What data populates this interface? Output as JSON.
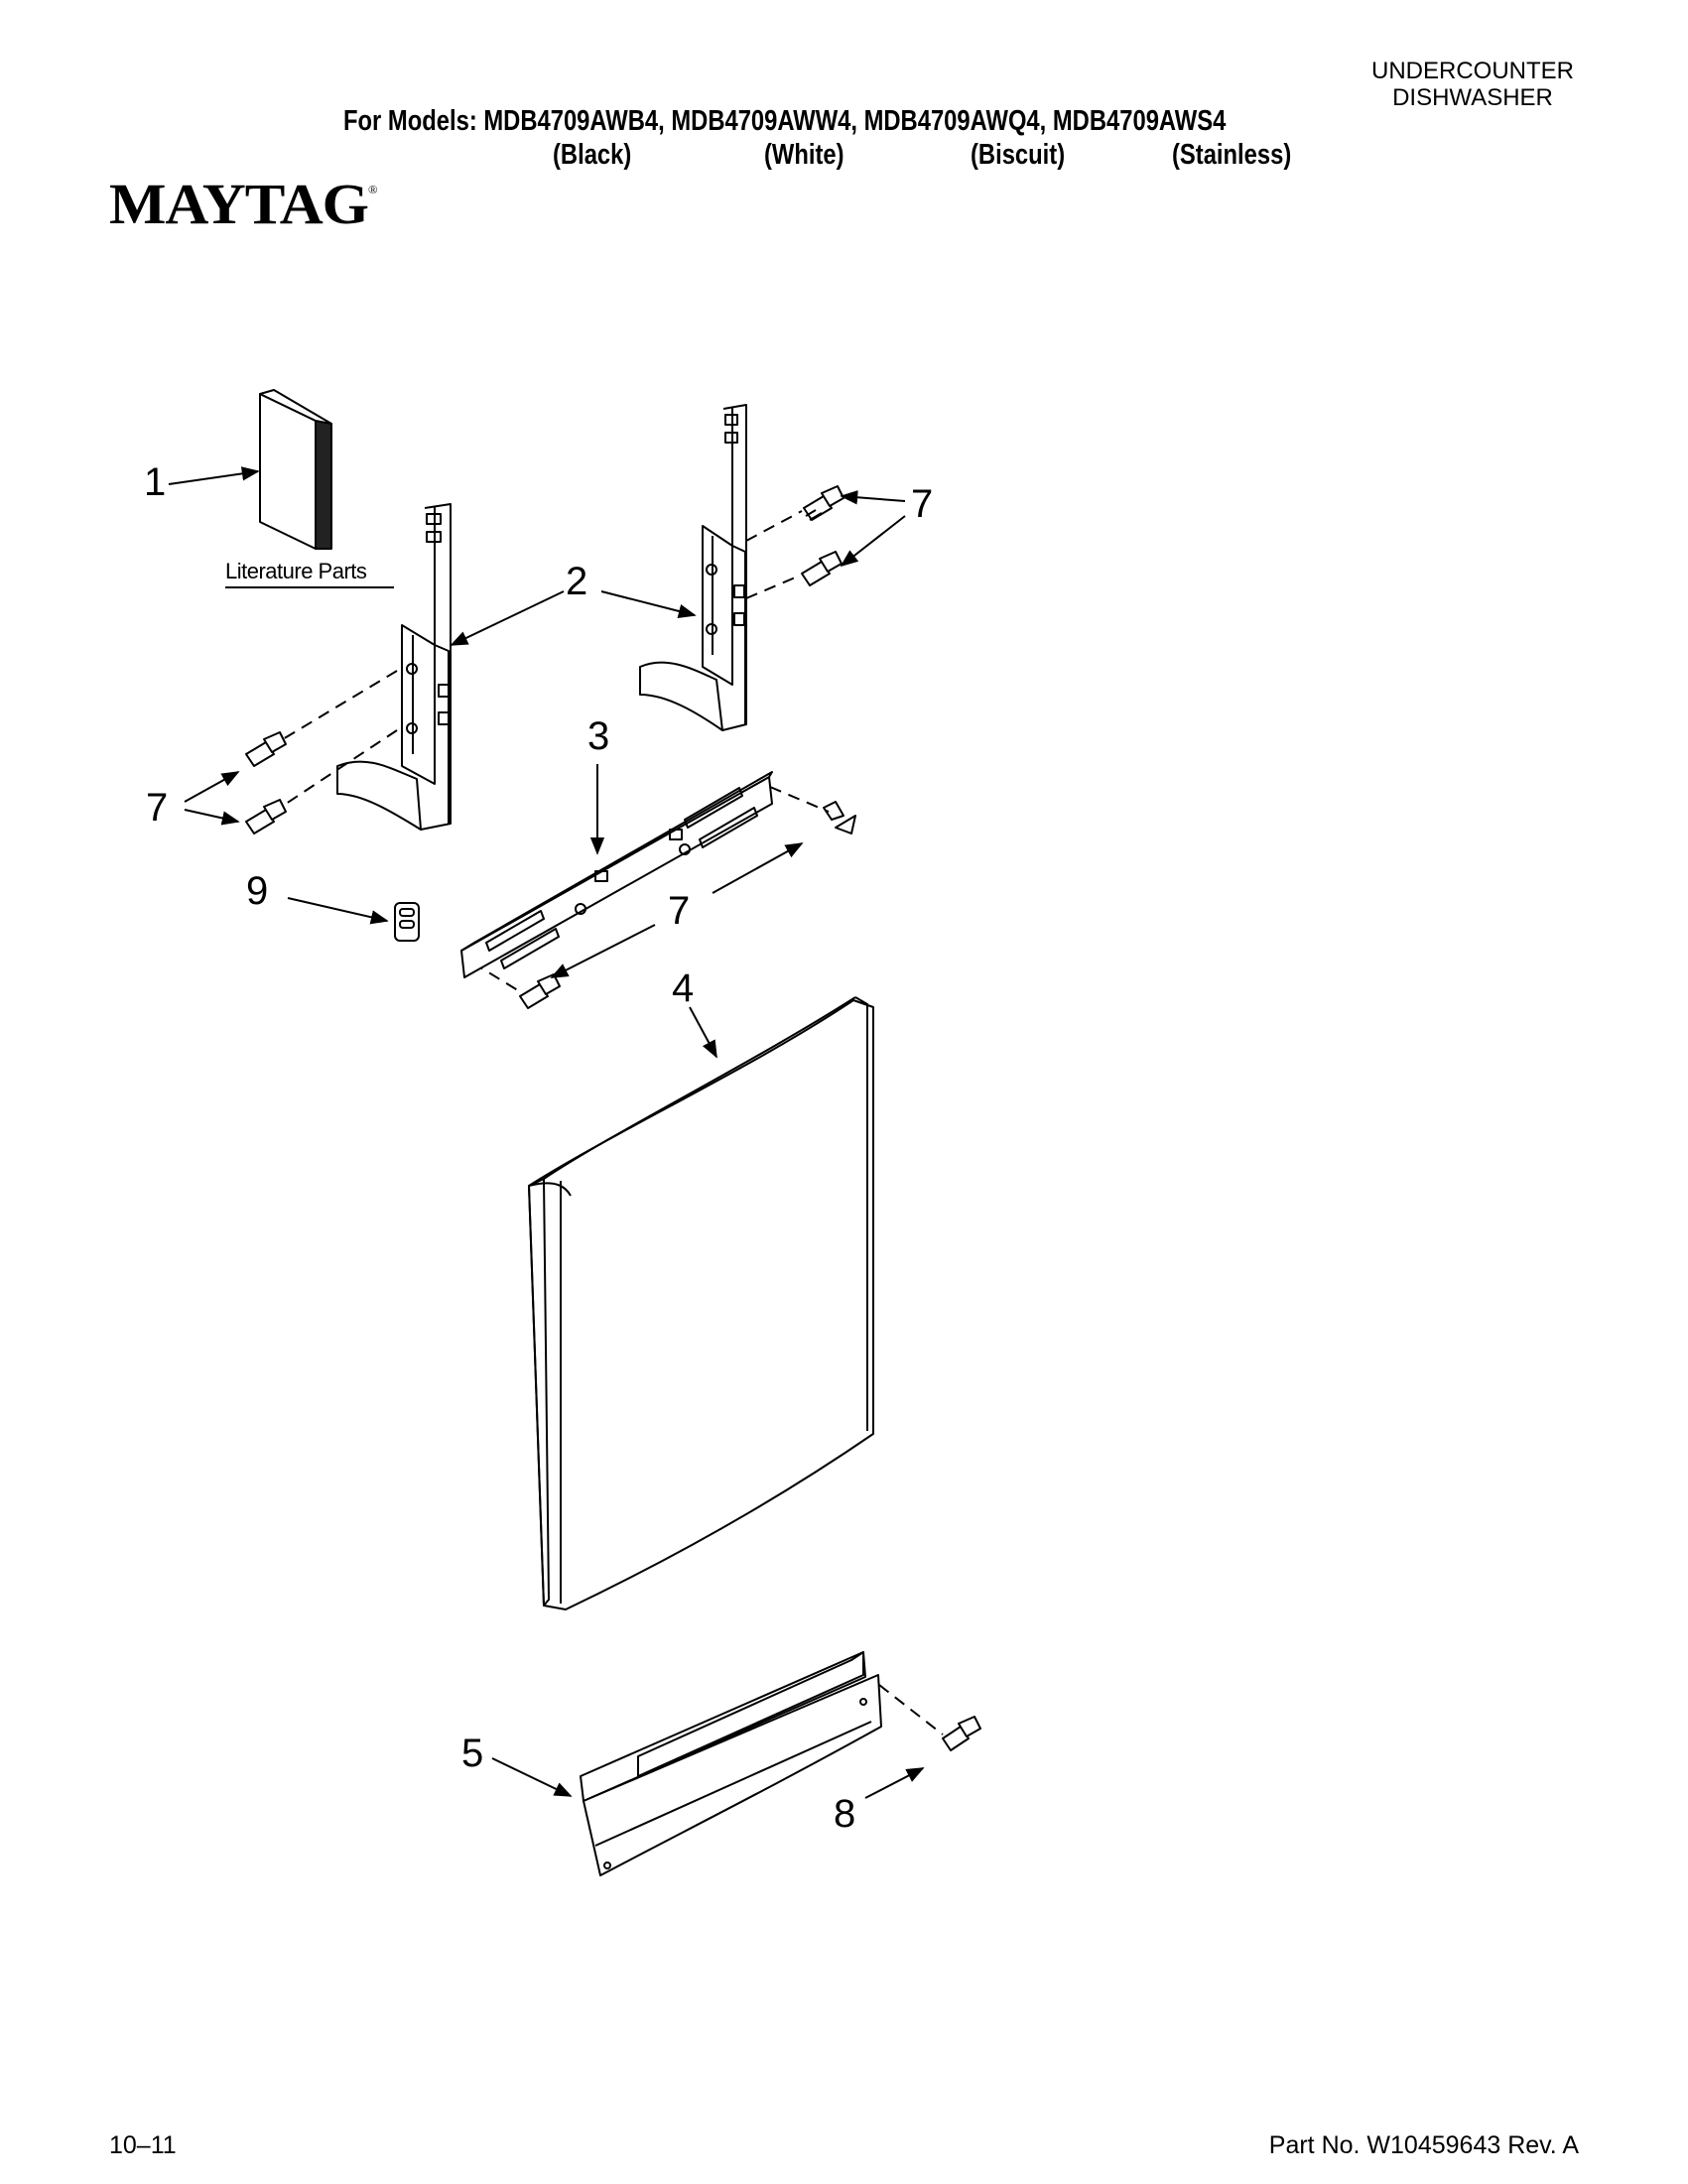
{
  "header": {
    "category_line1": "UNDERCOUNTER",
    "category_line2": "DISHWASHER",
    "models_label": "For Models: MDB4709AWB4, MDB4709AWW4, MDB4709AWQ4, MDB4709AWS4",
    "colors": [
      "(Black)",
      "(White)",
      "(Biscuit)",
      "(Stainless)"
    ],
    "brand": "MAYTAG",
    "brand_mark": "®"
  },
  "diagram": {
    "literature_label": "Literature Parts",
    "callouts": [
      "1",
      "2",
      "3",
      "4",
      "5",
      "7",
      "7",
      "7",
      "8",
      "9"
    ]
  },
  "footer": {
    "date_code": "10–11",
    "part_number": "Part No. W10459643 Rev. A"
  }
}
